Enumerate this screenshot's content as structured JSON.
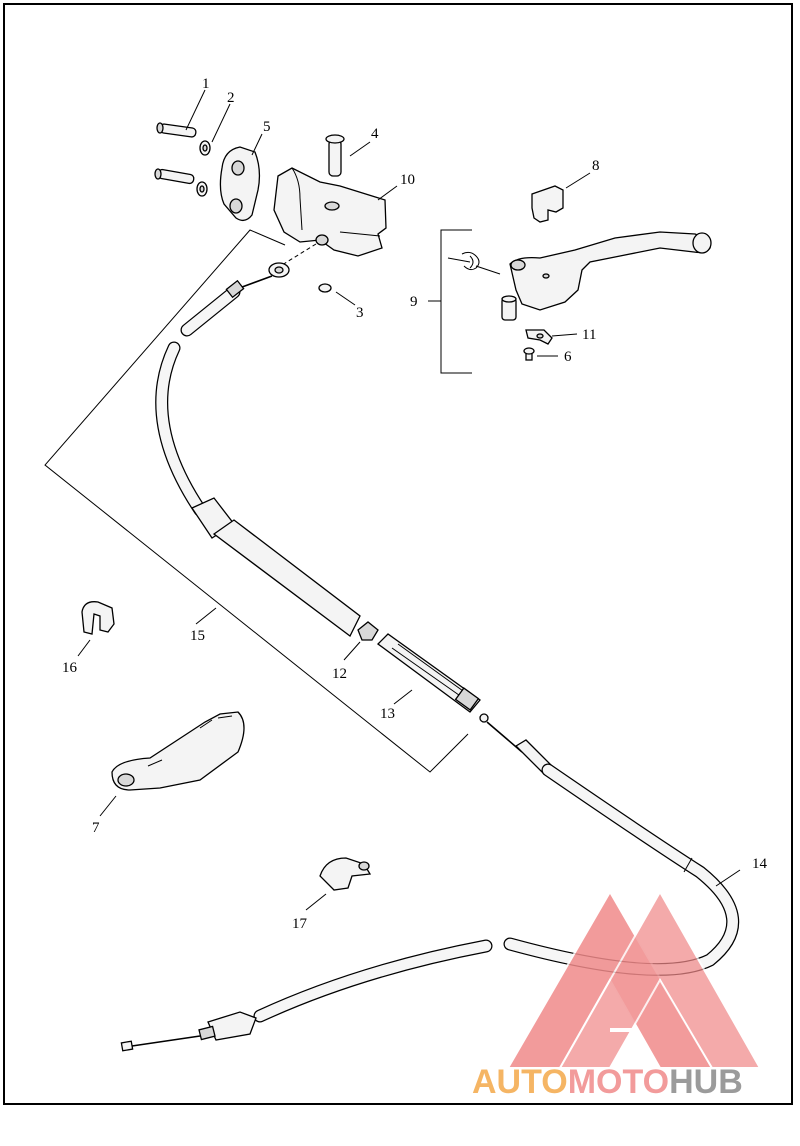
{
  "callouts": [
    {
      "id": "1",
      "label": "1"
    },
    {
      "id": "2",
      "label": "2"
    },
    {
      "id": "3",
      "label": "3"
    },
    {
      "id": "4",
      "label": "4"
    },
    {
      "id": "5",
      "label": "5"
    },
    {
      "id": "6",
      "label": "6"
    },
    {
      "id": "7",
      "label": "7"
    },
    {
      "id": "8",
      "label": "8"
    },
    {
      "id": "9",
      "label": "9"
    },
    {
      "id": "10",
      "label": "10"
    },
    {
      "id": "11",
      "label": "11"
    },
    {
      "id": "12",
      "label": "12"
    },
    {
      "id": "13",
      "label": "13"
    },
    {
      "id": "14",
      "label": "14"
    },
    {
      "id": "15",
      "label": "15"
    },
    {
      "id": "16",
      "label": "16"
    },
    {
      "id": "17",
      "label": "17"
    }
  ],
  "watermark": {
    "part1": "AUTO",
    "part2": "MOTO",
    "part3": "HUB",
    "color_primary": "#f08a8a",
    "color_secondary": "#f4a94a",
    "color_tertiary": "#8a8a8a"
  }
}
